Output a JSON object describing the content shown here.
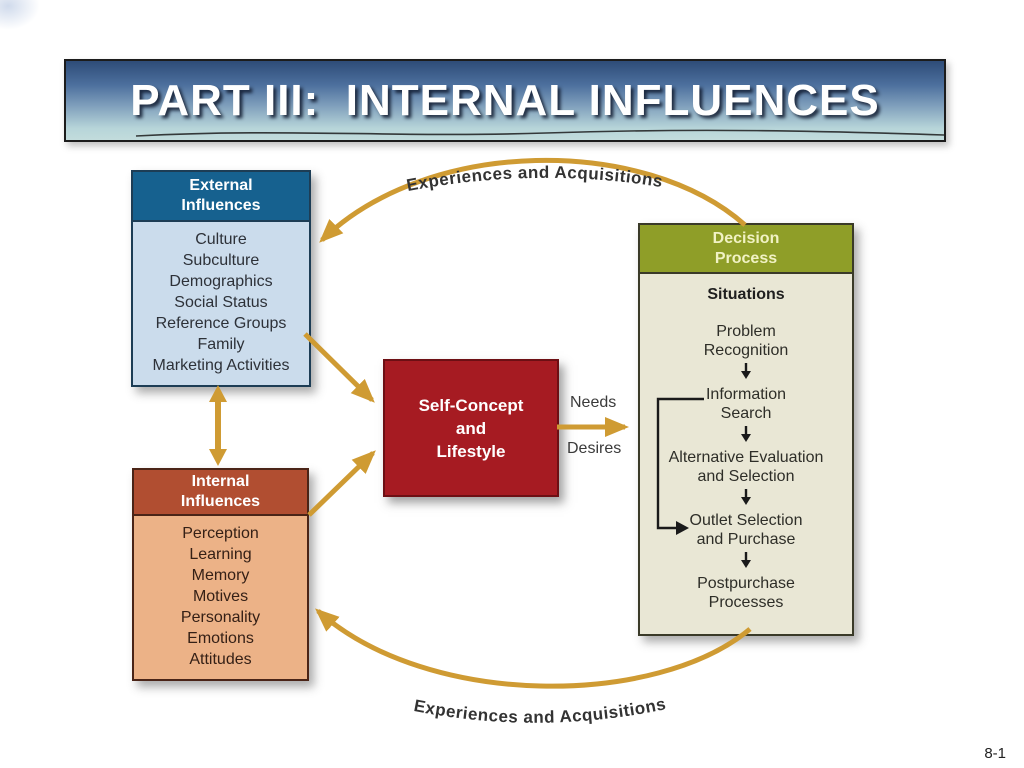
{
  "slide": {
    "title": "PART III:  INTERNAL INFLUENCES",
    "page_number": "8-1"
  },
  "diagram": {
    "external": {
      "header": "External\nInfluences",
      "items": [
        "Culture",
        "Subculture",
        "Demographics",
        "Social Status",
        "Reference Groups",
        "Family",
        "Marketing Activities"
      ]
    },
    "internal": {
      "header": "Internal\nInfluences",
      "items": [
        "Perception",
        "Learning",
        "Memory",
        "Motives",
        "Personality",
        "Emotions",
        "Attitudes"
      ]
    },
    "self_concept": {
      "text": "Self-Concept\nand\nLifestyle"
    },
    "decision": {
      "header": "Decision\nProcess",
      "situations": "Situations",
      "steps": [
        "Problem\nRecognition",
        "Information\nSearch",
        "Alternative Evaluation\nand Selection",
        "Outlet Selection\nand Purchase",
        "Postpurchase\nProcesses"
      ]
    },
    "labels": {
      "needs": "Needs",
      "desires": "Desires",
      "top_arc": "Experiences and Acquisitions",
      "bottom_arc": "Experiences and Acquisitions"
    }
  },
  "colors": {
    "banner_top": "#2e4c78",
    "banner_bottom": "#c2dcdc",
    "external_header": "#16618f",
    "external_body": "#cbdcec",
    "internal_header": "#b14e31",
    "internal_body": "#ecb287",
    "self_concept_bg": "#a61b22",
    "decision_header": "#8f9e28",
    "decision_body": "#e9e7d5",
    "arrow_gold": "#cf9b33",
    "flow_arrow_black": "#1a1a1a"
  }
}
